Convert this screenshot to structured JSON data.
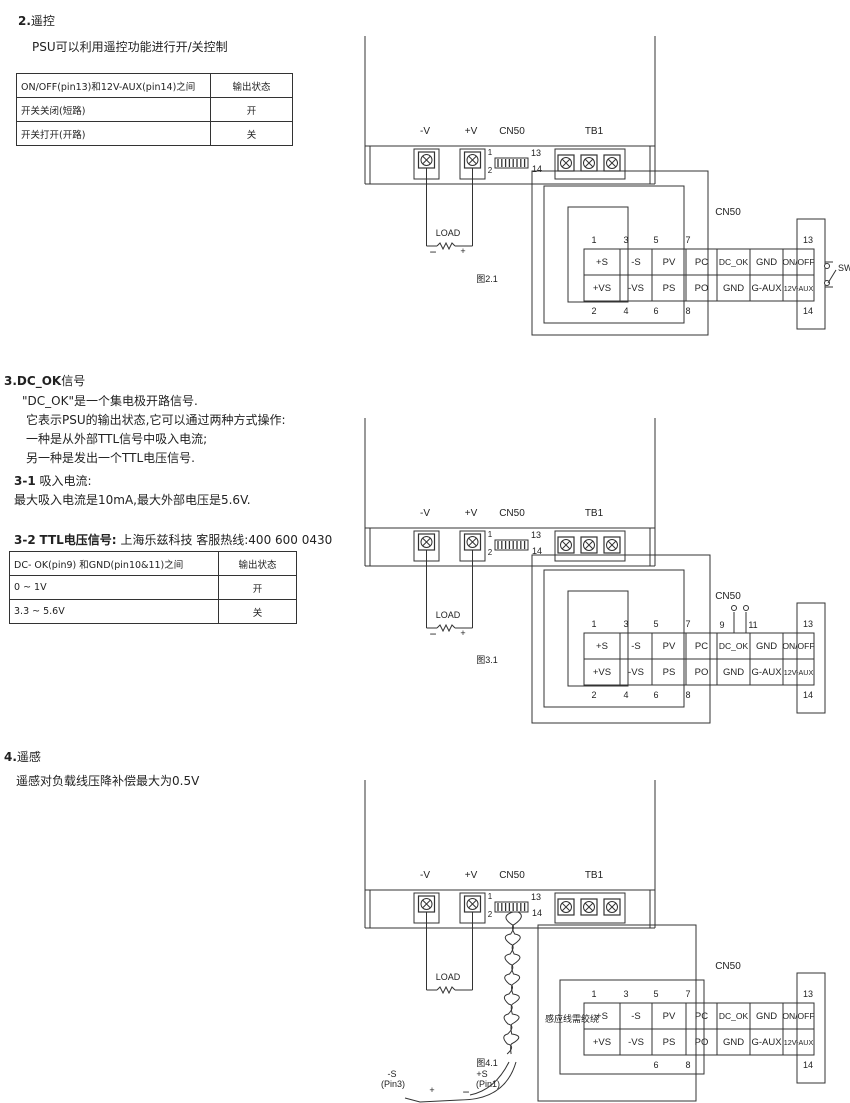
{
  "section2": {
    "heading_num": "2.",
    "heading": "遥控",
    "desc": "PSU可以利用遥控功能进行开/关控制",
    "table": {
      "header": [
        "ON/OFF(pin13)和12V-AUX(pin14)之间",
        "输出状态"
      ],
      "rows": [
        [
          "开关关闭(短路)",
          "开"
        ],
        [
          "开关打开(开路)",
          "关"
        ]
      ]
    },
    "figure_caption": "图2.1"
  },
  "section3": {
    "heading_num": "3.",
    "heading_bold": "DC_OK",
    "heading_rest": "信号",
    "lines": [
      "\"DC_OK\"是一个集电极开路信号.",
      "它表示PSU的输出状态,它可以通过两种方式操作:",
      "一种是从外部TTL信号中吸入电流;",
      "另一种是发出一个TTL电压信号."
    ],
    "sub1_num": "3-1",
    "sub1_title": "吸入电流:",
    "sub1_text": "最大吸入电流是10mA,最大外部电压是5.6V.",
    "sub2_num": "3-2",
    "sub2_title": "TTL电压信号:",
    "sub2_extra": "上海乐兹科技 客服热线:400 600 0430",
    "table": {
      "header": [
        "DC- OK(pin9) 和GND(pin10&11)之间",
        "输出状态"
      ],
      "rows": [
        [
          "0 ~ 1V",
          "开"
        ],
        [
          "3.3 ~ 5.6V",
          "关"
        ]
      ]
    },
    "figure_caption": "图3.1"
  },
  "section4": {
    "heading_num": "4.",
    "heading": "遥感",
    "desc": "遥感对负载线压降补偿最大为0.5V",
    "figure_caption": "图4.1",
    "twist_note": "感应线需绞绕",
    "minus_s": "-S",
    "minus_s_pin": "(Pin3)",
    "plus_s": "+S",
    "plus_s_pin": "(Pin1)"
  },
  "diagram": {
    "minus_v": "-V",
    "plus_v": "+V",
    "cn50": "CN50",
    "tb1": "TB1",
    "load": "LOAD",
    "sw": "SW",
    "pin_1": "1",
    "pin_2": "2",
    "pin_13": "13",
    "pin_14": "14",
    "top_pins": [
      "1",
      "3",
      "5",
      "7"
    ],
    "bottom_pins": [
      "2",
      "4",
      "6",
      "8"
    ],
    "row1": [
      "+S",
      "-S",
      "PV",
      "PC",
      "DC_OK",
      "GND",
      "ON/OFF"
    ],
    "row2": [
      "+VS",
      "-VS",
      "PS",
      "PO",
      "GND",
      "G-AUX",
      "12V-AUX"
    ],
    "pin_9": "9",
    "pin_11": "11"
  }
}
